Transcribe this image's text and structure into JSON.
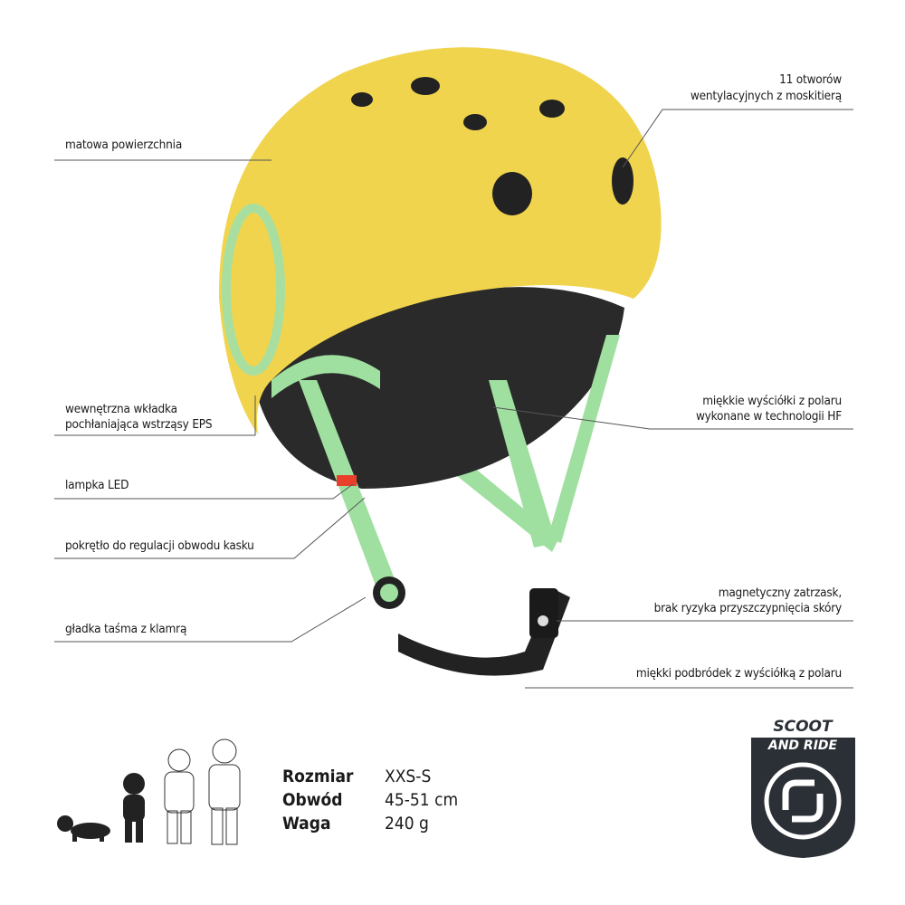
{
  "callouts": {
    "surface": "matowa powierzchnia",
    "vents_1": "11 otworów",
    "vents_2": "wentylacyjnych z moskitierą",
    "eps_1": "wewnętrzna wkładka",
    "eps_2": "pochłaniająca wstrząsy EPS",
    "led": "lampka LED",
    "dial": "pokrętło do regulacji obwodu kasku",
    "strap": "gładka taśma z klamrą",
    "padding_1": "miękkie wyściółki z polaru",
    "padding_2": "wykonane w technologii HF",
    "magnet_1": "magnetyczny zatrzask,",
    "magnet_2": "brak  ryzyka przyszczypnięcia skóry",
    "chin": "miękki podbródek z wyściółką z polaru"
  },
  "specs": [
    {
      "label": "Rozmiar",
      "value": "XXS-S"
    },
    {
      "label": "Obwód",
      "value": "45-51 cm"
    },
    {
      "label": "Waga",
      "value": "240 g"
    }
  ],
  "age_icons": [
    "crawling-baby-icon",
    "toddler-icon",
    "child-outline-icon",
    "older-child-outline-icon"
  ],
  "age_icons_highlighted": 2,
  "logo": {
    "line1": "SCOOT",
    "line2": "AND RIDE"
  },
  "colors": {
    "helmet": "#f0d44e",
    "strap": "#9fe0a0",
    "liner": "#2a2a2a",
    "badge": "#2b3036"
  }
}
